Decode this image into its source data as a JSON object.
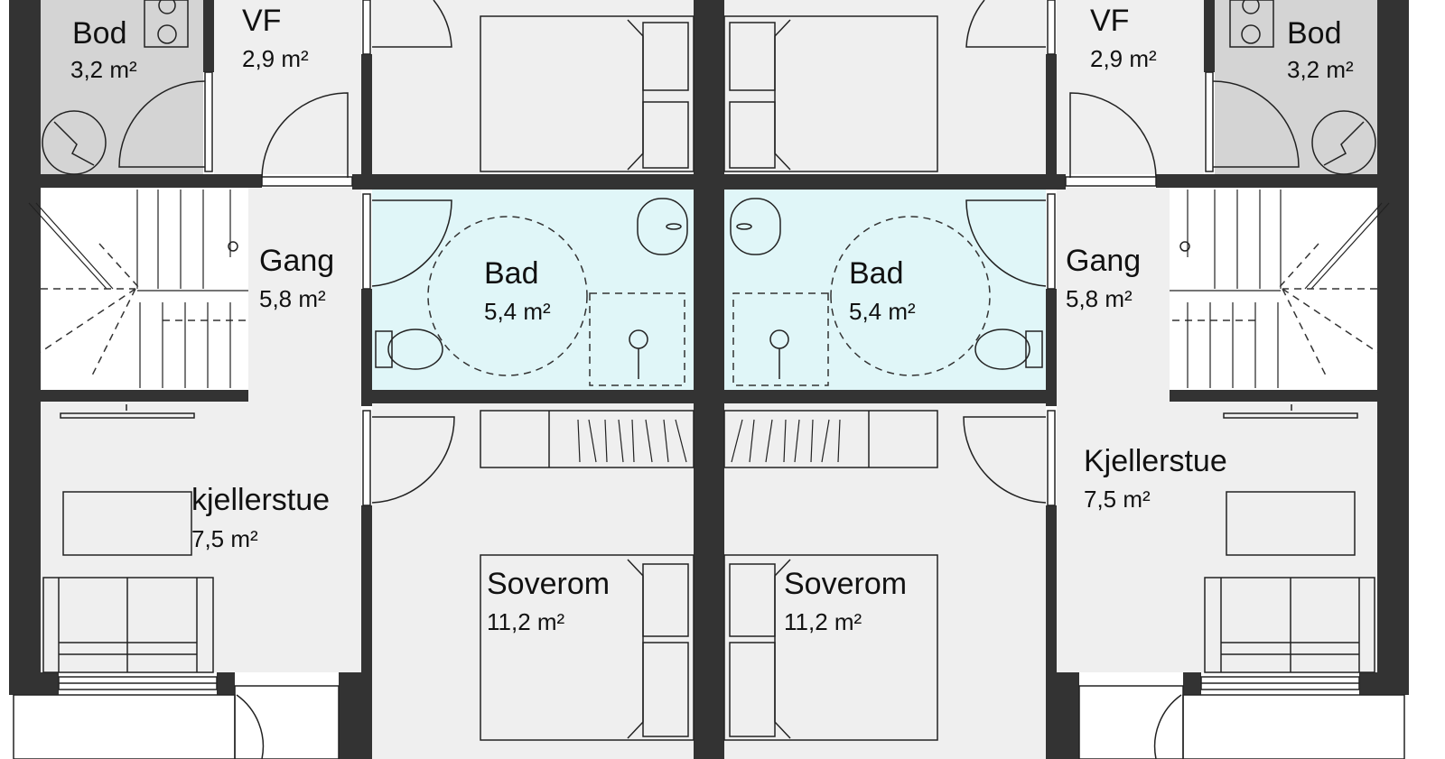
{
  "plan": {
    "left_unit": {
      "bod": {
        "name": "Bod",
        "area": "3,2 m²"
      },
      "vf": {
        "name": "VF",
        "area": "2,9 m²"
      },
      "gang": {
        "name": "Gang",
        "area": "5,8 m²"
      },
      "bad": {
        "name": "Bad",
        "area": "5,4 m²"
      },
      "stue": {
        "name": "kjellerstue",
        "area": "7,5 m²"
      },
      "soverom": {
        "name": "Soverom",
        "area": "11,2 m²"
      }
    },
    "right_unit": {
      "bod": {
        "name": "Bod",
        "area": "3,2 m²"
      },
      "vf": {
        "name": "VF",
        "area": "2,9 m²"
      },
      "gang": {
        "name": "Gang",
        "area": "5,8 m²"
      },
      "bad": {
        "name": "Bad",
        "area": "5,4 m²"
      },
      "stue": {
        "name": "Kjellerstue",
        "area": "7,5 m²"
      },
      "soverom": {
        "name": "Soverom",
        "area": "11,2 m²"
      }
    },
    "colors": {
      "wall": "#333333",
      "bod": "#d4d4d4",
      "room": "#efefef",
      "bath": "#e0f6f8"
    }
  }
}
